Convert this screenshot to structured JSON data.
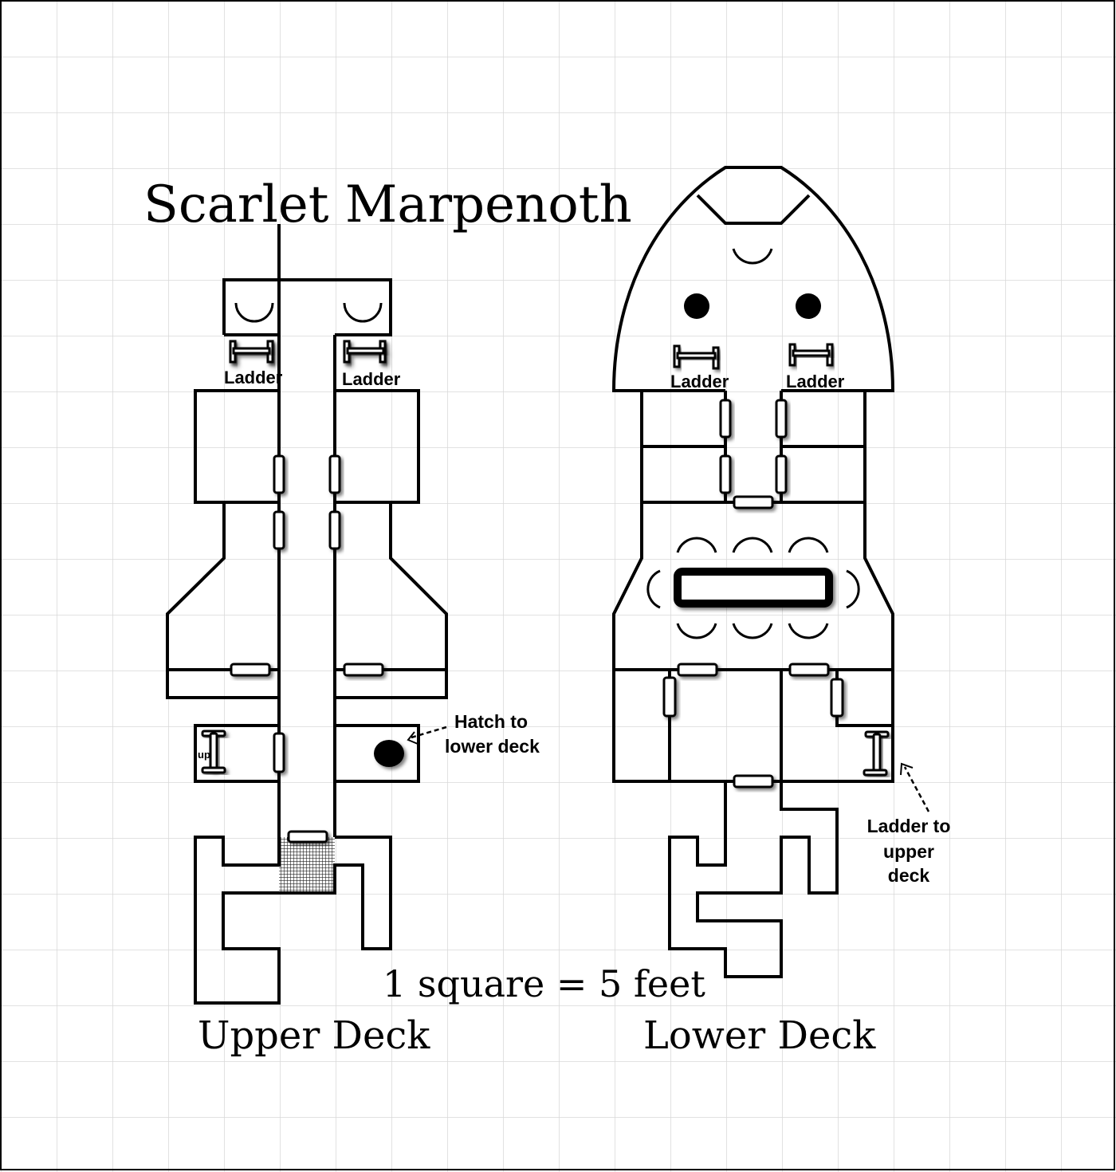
{
  "title": "Scarlet Marpenoth",
  "scale_label": "1 square = 5 feet",
  "decks": {
    "upper": {
      "label": "Upper Deck",
      "ladder_left": "Ladder",
      "ladder_right": "Ladder",
      "up_label": "up",
      "hatch_note_line1": "Hatch to",
      "hatch_note_line2": "lower deck"
    },
    "lower": {
      "label": "Lower Deck",
      "ladder_left": "Ladder",
      "ladder_right": "Ladder",
      "ladder_note_line1": "Ladder to",
      "ladder_note_line2": "upper",
      "ladder_note_line3": "deck"
    }
  }
}
